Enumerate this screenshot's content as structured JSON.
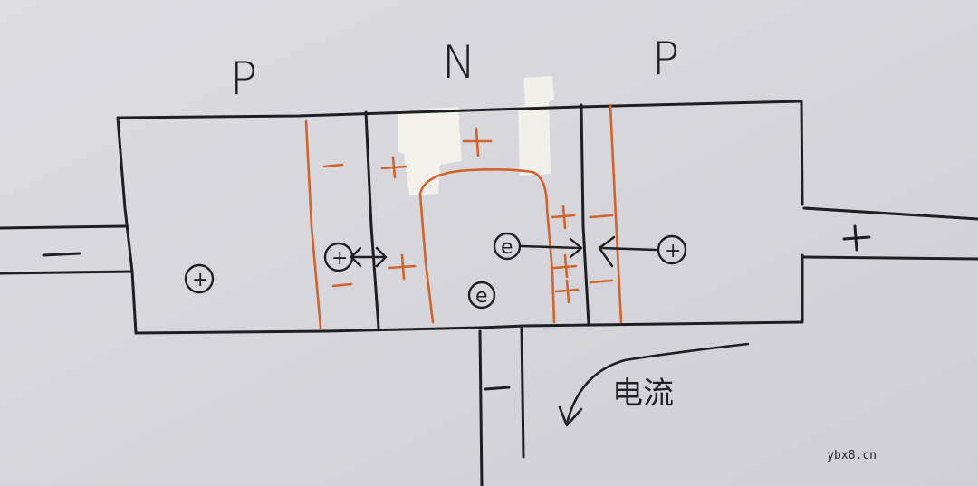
{
  "labels": {
    "left_region": "P",
    "middle_region": "N",
    "right_region": "P",
    "current": "电流"
  },
  "carriers": {
    "hole": "+",
    "electron": "e"
  },
  "terminals": {
    "left": "−",
    "right": "+",
    "bottom": "−"
  },
  "colors": {
    "ink": "#1f1f22",
    "charge_marks": "#d0642e",
    "paper": "#d9d9de",
    "tape": "#f4f2ec"
  },
  "watermark": "ybx8.cn"
}
